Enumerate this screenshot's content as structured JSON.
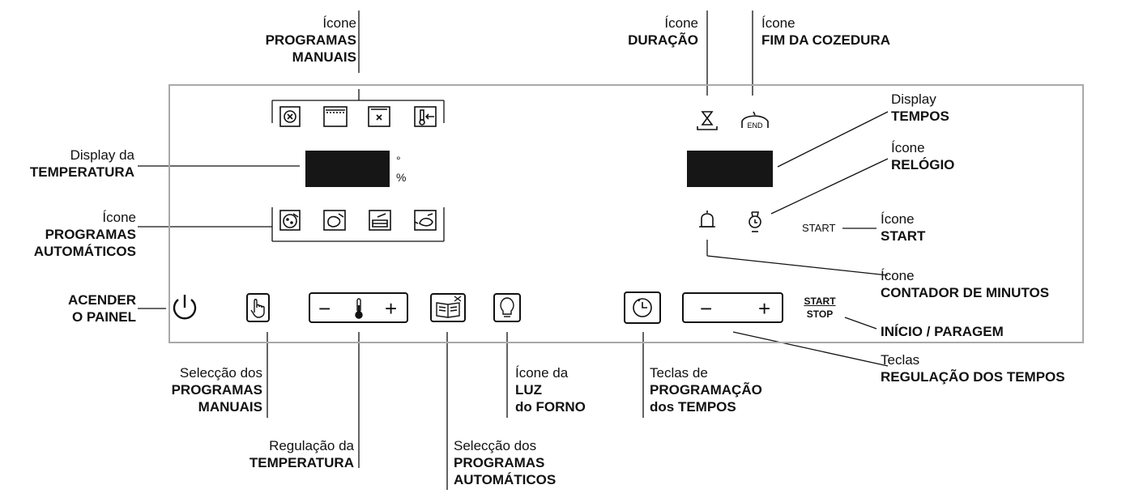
{
  "labels": {
    "icon_manual": {
      "line1": "Ícone",
      "line2": "PROGRAMAS",
      "line3": "MANUAIS"
    },
    "icon_duration": {
      "line1": "Ícone",
      "line2": "DURAÇÃO"
    },
    "icon_end": {
      "line1": "Ícone",
      "line2": "FIM DA COZEDURA"
    },
    "display_times": {
      "line1": "Display",
      "line2": "TEMPOS"
    },
    "icon_clock": {
      "line1": "Ícone",
      "line2": "RELÓGIO"
    },
    "icon_start": {
      "line1": "Ícone",
      "line2": "START"
    },
    "icon_minute_timer": {
      "line1": "Ícone",
      "line2": "CONTADOR DE MINUTOS"
    },
    "start_stop": {
      "line1": "INÍCIO / PARAGEM"
    },
    "time_adjust": {
      "line1": "Teclas",
      "line2": "REGULAÇÃO DOS TEMPOS"
    },
    "display_temp": {
      "line1": "Display da",
      "line2": "TEMPERATURA"
    },
    "icon_auto": {
      "line1": "Ícone",
      "line2": "PROGRAMAS",
      "line3": "AUTOMÁTICOS"
    },
    "power": {
      "line1": "ACENDER",
      "line2": "O PAINEL"
    },
    "sel_manual": {
      "line1": "Selecção dos",
      "line2": "PROGRAMAS",
      "line3": "MANUAIS"
    },
    "temp_adjust": {
      "line1": "Regulação da",
      "line2": "TEMPERATURA"
    },
    "sel_auto": {
      "line1": "Selecção dos",
      "line2": "PROGRAMAS",
      "line3": "AUTOMÁTICOS"
    },
    "oven_light": {
      "line1": "Ícone da",
      "line2": "LUZ",
      "line3": "do FORNO"
    },
    "time_prog": {
      "line1": "Teclas de",
      "line2": "PROGRAMAÇÃO",
      "line3": "dos TEMPOS"
    }
  },
  "panel": {
    "degree_unit": "°",
    "percent_unit": "%",
    "start_text": "START",
    "end_text": "END",
    "start_key_top": "START",
    "start_key_bottom": "STOP",
    "minus": "−",
    "plus": "+"
  },
  "icons": [
    "fan-icon",
    "top-heat-icon",
    "grill-fan-icon",
    "probe-icon",
    "pizza-icon",
    "meat-icon",
    "cake-icon",
    "poultry-icon",
    "power-icon",
    "hand-pointer-icon",
    "thermometer-icon",
    "book-icon",
    "bulb-icon",
    "clock-key-icon",
    "hourglass-icon",
    "end-icon",
    "bell-icon",
    "watch-icon"
  ]
}
